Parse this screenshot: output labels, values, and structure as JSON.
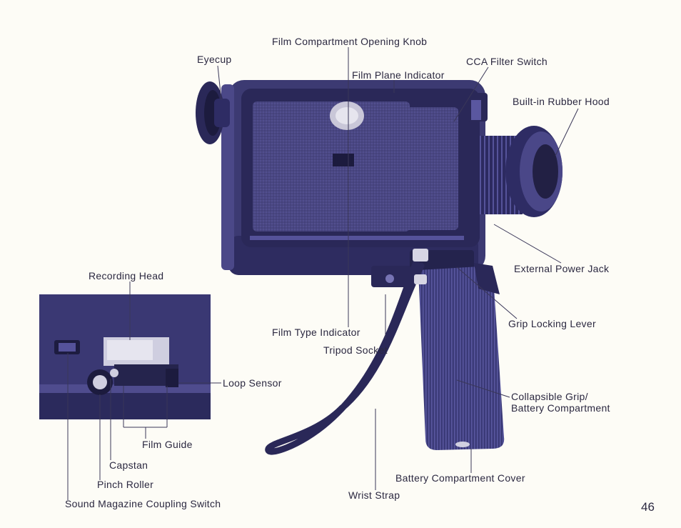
{
  "labels": {
    "film_compartment_opening_knob": "Film Compartment Opening Knob",
    "eyecup": "Eyecup",
    "cca_filter_switch": "CCA Filter Switch",
    "film_plane_indicator": "Film Plane Indicator",
    "built_in_rubber_hood": "Built-in Rubber Hood",
    "recording_head": "Recording Head",
    "external_power_jack": "External Power Jack",
    "grip_locking_lever": "Grip Locking Lever",
    "film_type_indicator": "Film Type Indicator",
    "tripod_socket": "Tripod Socket",
    "loop_sensor": "Loop Sensor",
    "collapsible_grip_line1": "Collapsible Grip/",
    "collapsible_grip_line2": "Battery Compartment",
    "film_guide": "Film Guide",
    "capstan": "Capstan",
    "pinch_roller": "Pinch Roller",
    "battery_compartment_cover": "Battery Compartment Cover",
    "wrist_strap": "Wrist Strap",
    "sound_magazine_coupling_switch": "Sound Magazine Coupling Switch"
  },
  "page_number": "46",
  "colors": {
    "ink": "#2b2840",
    "camera_body": "#3c3a72",
    "camera_dark": "#24234d",
    "camera_panel": "#4e4b86",
    "leader_line": "#3a3758",
    "paper": "#fdfcf6"
  }
}
